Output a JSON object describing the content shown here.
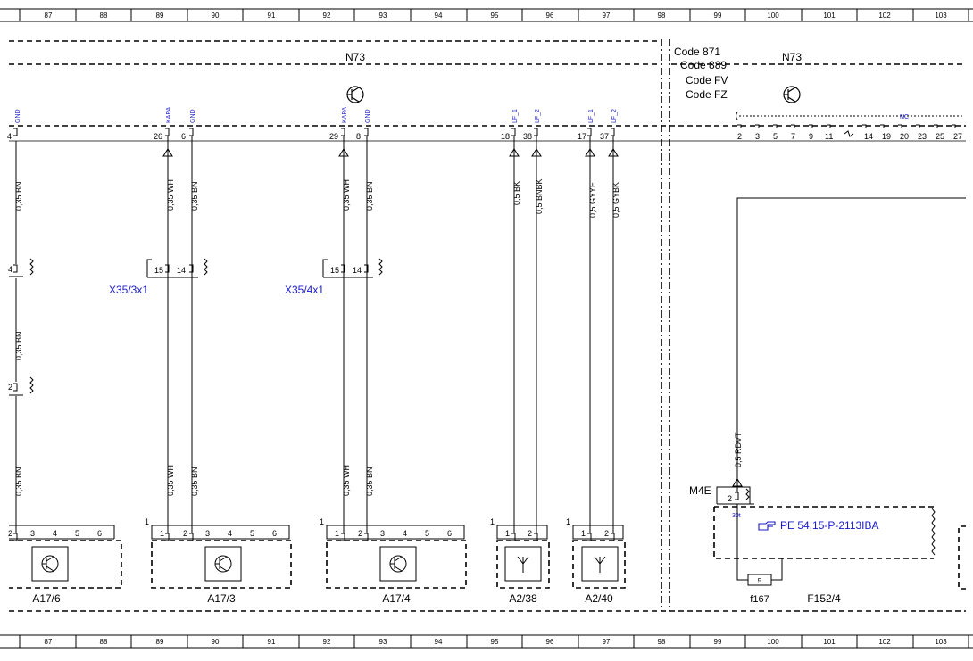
{
  "ruler": [
    "87",
    "88",
    "89",
    "90",
    "91",
    "92",
    "93",
    "94",
    "95",
    "96",
    "97",
    "98",
    "99",
    "100",
    "101",
    "102",
    "103"
  ],
  "labels": {
    "n73_left": "N73",
    "n73_right": "N73",
    "code_871": "Code 871",
    "code_889": "Code 889",
    "code_fv": "Code FV",
    "code_fz": "Code FZ",
    "nc": "NC",
    "x35_3x1": "X35/3x1",
    "x35_4x1": "X35/4x1",
    "m4e": "M4E",
    "pin_30t": "30t",
    "pe_ref": "PE 54.15-P-2113IBA",
    "fuse_no": "5",
    "f167": "f167",
    "f152_4": "F152/4",
    "a17_6": "A17/6",
    "a17_3": "A17/3",
    "a17_4": "A17/4",
    "a2_38": "A2/38",
    "a2_40": "A2/40"
  },
  "terminals": {
    "gnd": "GND",
    "kapa": "KAPA",
    "lf1": "LF_1",
    "lf2": "LF_2"
  },
  "pins": {
    "p4": "4",
    "p26": "26",
    "p6": "6",
    "p29": "29",
    "p8": "8",
    "p18": "18",
    "p38": "38",
    "p17": "17",
    "p37": "37",
    "c15": "15",
    "c14": "14",
    "c2": "2",
    "c1": "1",
    "right_pins": [
      "2",
      "3",
      "5",
      "7",
      "9",
      "11",
      "14",
      "19",
      "20",
      "23",
      "25",
      "27"
    ],
    "conn_nums": [
      "2",
      "3",
      "4",
      "5",
      "6"
    ],
    "two": [
      "1",
      "2"
    ]
  },
  "wires": {
    "bn_035": "0,35 BN",
    "wh_035": "0,35 WH",
    "bk_05": "0,5 BK",
    "bnbk_05": "0,5 BNBK",
    "gyye_05": "0,5 GYYE",
    "gybk_05": "0,5 GYBK",
    "rdvt_05": "0,5 RDVT"
  }
}
